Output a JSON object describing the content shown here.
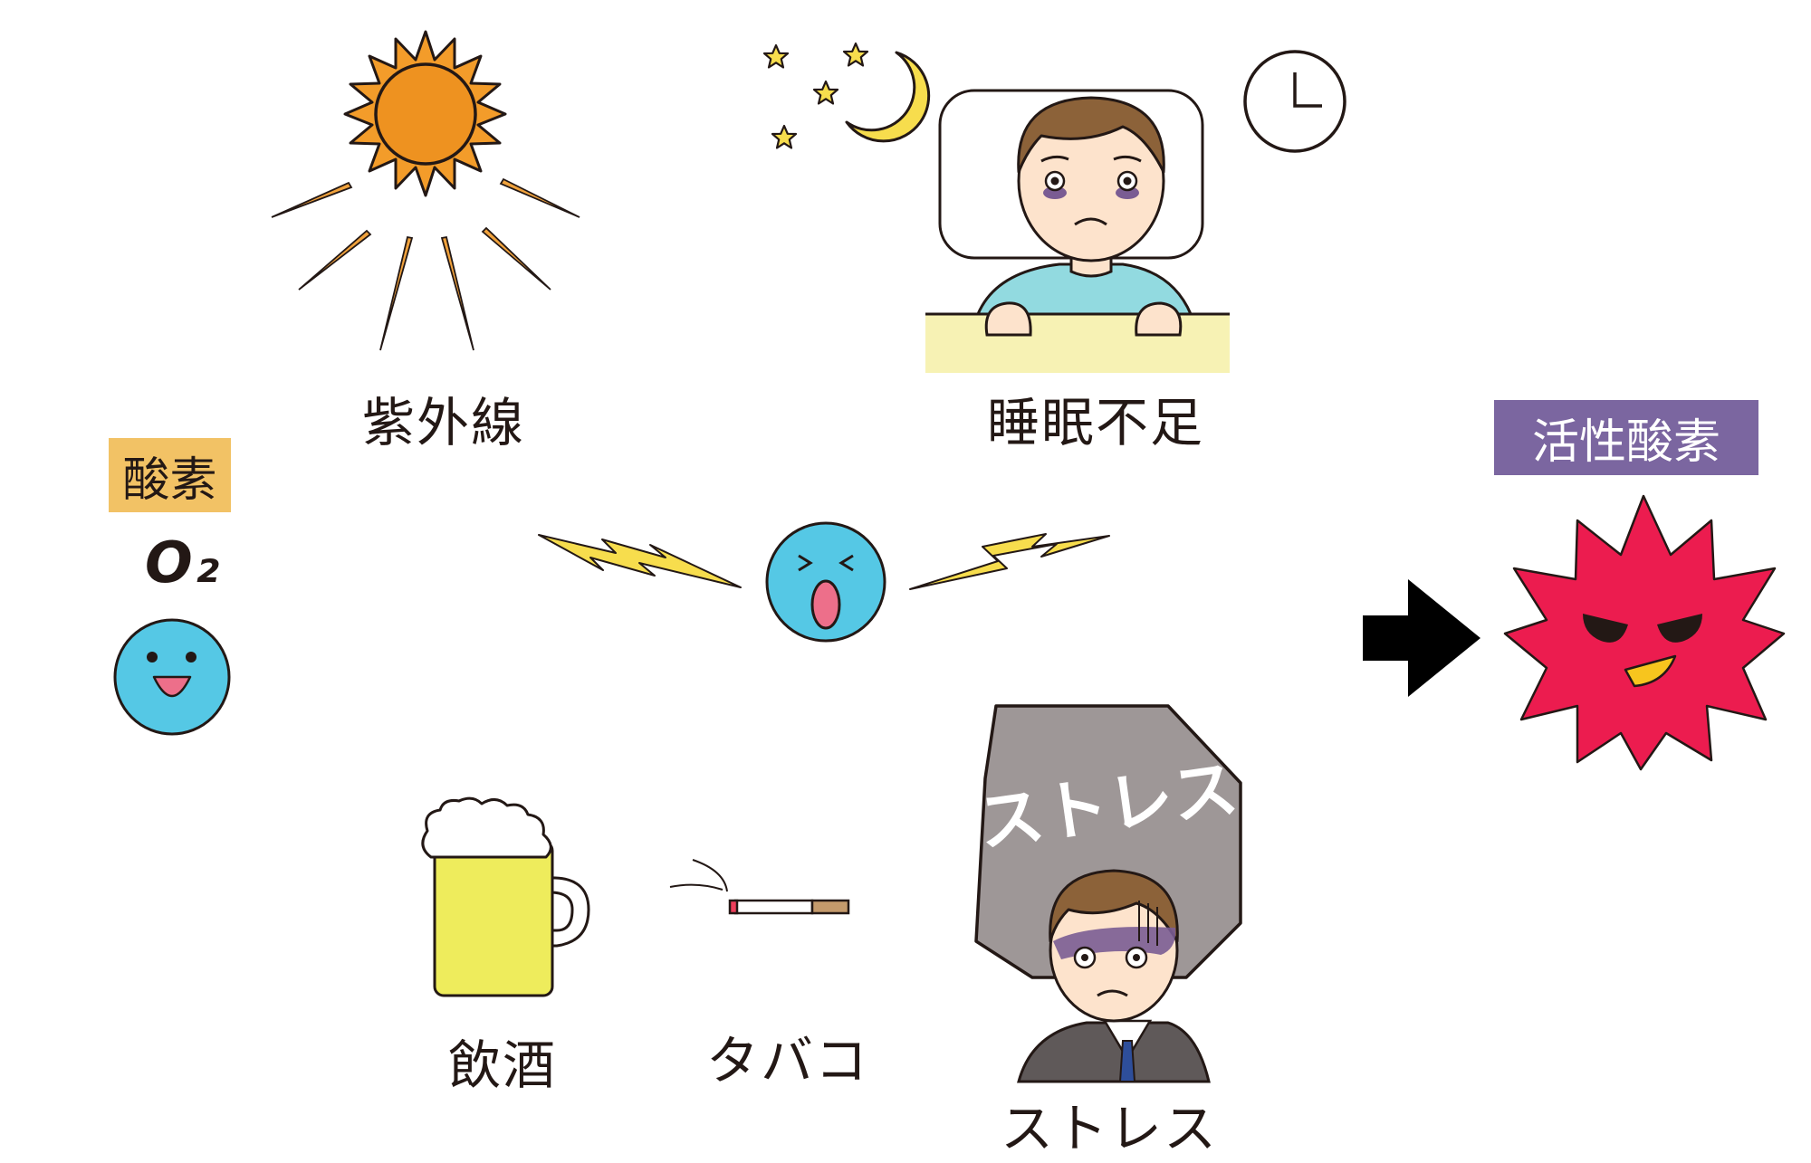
{
  "oxygen": {
    "tag": "酸素",
    "formula": "O₂",
    "tag_color": "#f2c265"
  },
  "causes": {
    "uv": "紫外線",
    "sleep": "睡眠不足",
    "alcohol": "飲酒",
    "tobacco": "タバコ",
    "stress": "ストレス",
    "stress_rock_text": "ストレス"
  },
  "result": {
    "tag": "活性酸素",
    "tag_color": "#7b66a0",
    "monster_color": "#ec1c4f"
  },
  "icons": [
    "sun-icon",
    "moon-icon",
    "star-icon",
    "clock-icon",
    "beer-mug-icon",
    "cigarette-icon",
    "rock-icon",
    "arrow-right-icon",
    "lightning-icon"
  ]
}
